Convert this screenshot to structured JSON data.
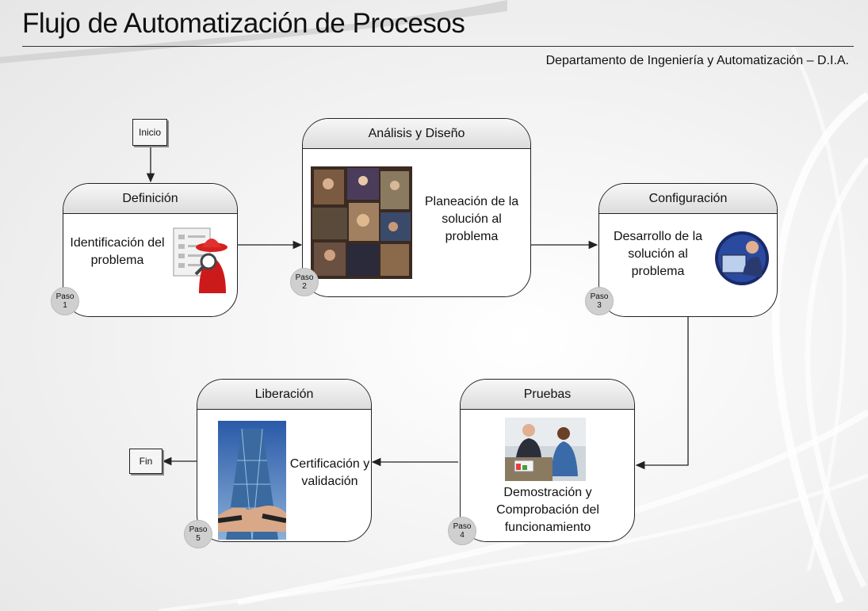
{
  "header": {
    "title": "Flujo de Automatización de Procesos",
    "department": "Departamento de Ingeniería y Automatización – D.I.A."
  },
  "terminals": {
    "start": "Inicio",
    "end": "Fin"
  },
  "stages": [
    {
      "title": "Definición",
      "description": "Identificación del problema",
      "step_label": "Paso",
      "step_number": "1",
      "icon": "detective-magnifier-icon"
    },
    {
      "title": "Análisis y Diseño",
      "description": "Planeación de la solución al problema",
      "step_label": "Paso",
      "step_number": "2",
      "icon": "team-collage-photo"
    },
    {
      "title": "Configuración",
      "description": "Desarrollo de la solución al problema",
      "step_label": "Paso",
      "step_number": "3",
      "icon": "computer-user-photo"
    },
    {
      "title": "Pruebas",
      "description": "Demostración y Comprobación del funcionamiento",
      "step_label": "Paso",
      "step_number": "4",
      "icon": "meeting-presentation-photo"
    },
    {
      "title": "Liberación",
      "description": "Certificación y validación",
      "step_label": "Paso",
      "step_number": "5",
      "icon": "handshake-building-photo"
    }
  ],
  "colors": {
    "header_gradient_top": "#f7f7f7",
    "header_gradient_bottom": "#dcdcdc",
    "step_badge": "#cfcfcf"
  }
}
